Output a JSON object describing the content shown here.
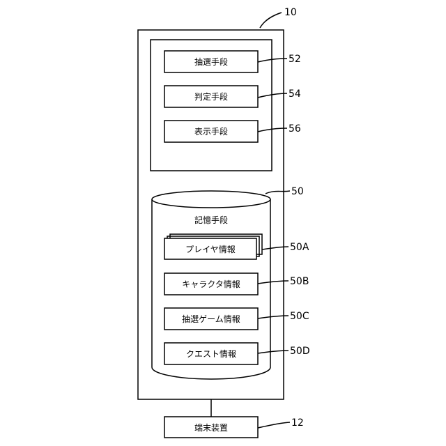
{
  "diagram": {
    "device_ref": "10",
    "function_group_ref": null,
    "storage_ref": "50",
    "terminal_ref": "12",
    "units": [
      {
        "id": "lottery-unit",
        "label": "抽選手段",
        "ref": "52"
      },
      {
        "id": "judge-unit",
        "label": "判定手段",
        "ref": "54"
      },
      {
        "id": "display-unit",
        "label": "表示手段",
        "ref": "56"
      }
    ],
    "storage": {
      "label": "記憶手段",
      "items": [
        {
          "id": "player-info",
          "label": "プレイヤ情報",
          "ref": "50A"
        },
        {
          "id": "character-info",
          "label": "キャラクタ情報",
          "ref": "50B"
        },
        {
          "id": "lottery-game-info",
          "label": "抽選ゲーム情報",
          "ref": "50C"
        },
        {
          "id": "quest-info",
          "label": "クエスト情報",
          "ref": "50D"
        }
      ]
    },
    "terminal": {
      "label": "端末装置"
    }
  }
}
